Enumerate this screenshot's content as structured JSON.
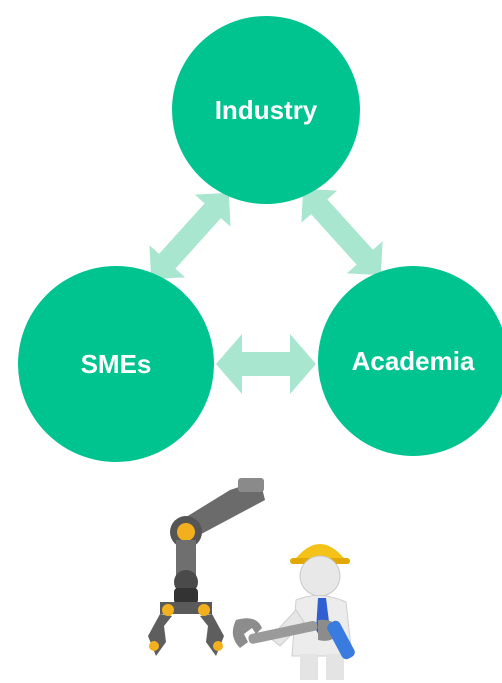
{
  "nodes": {
    "industry": "Industry",
    "smes": "SMEs",
    "academia": "Academia"
  },
  "colors": {
    "node_fill": "#00c48f",
    "arrow_fill": "#a8e6cf",
    "node_text": "#ffffff"
  },
  "illustration": {
    "robot_arm_icon": "robotic-arm-icon",
    "engineer_icon": "engineer-with-wrench-icon"
  }
}
